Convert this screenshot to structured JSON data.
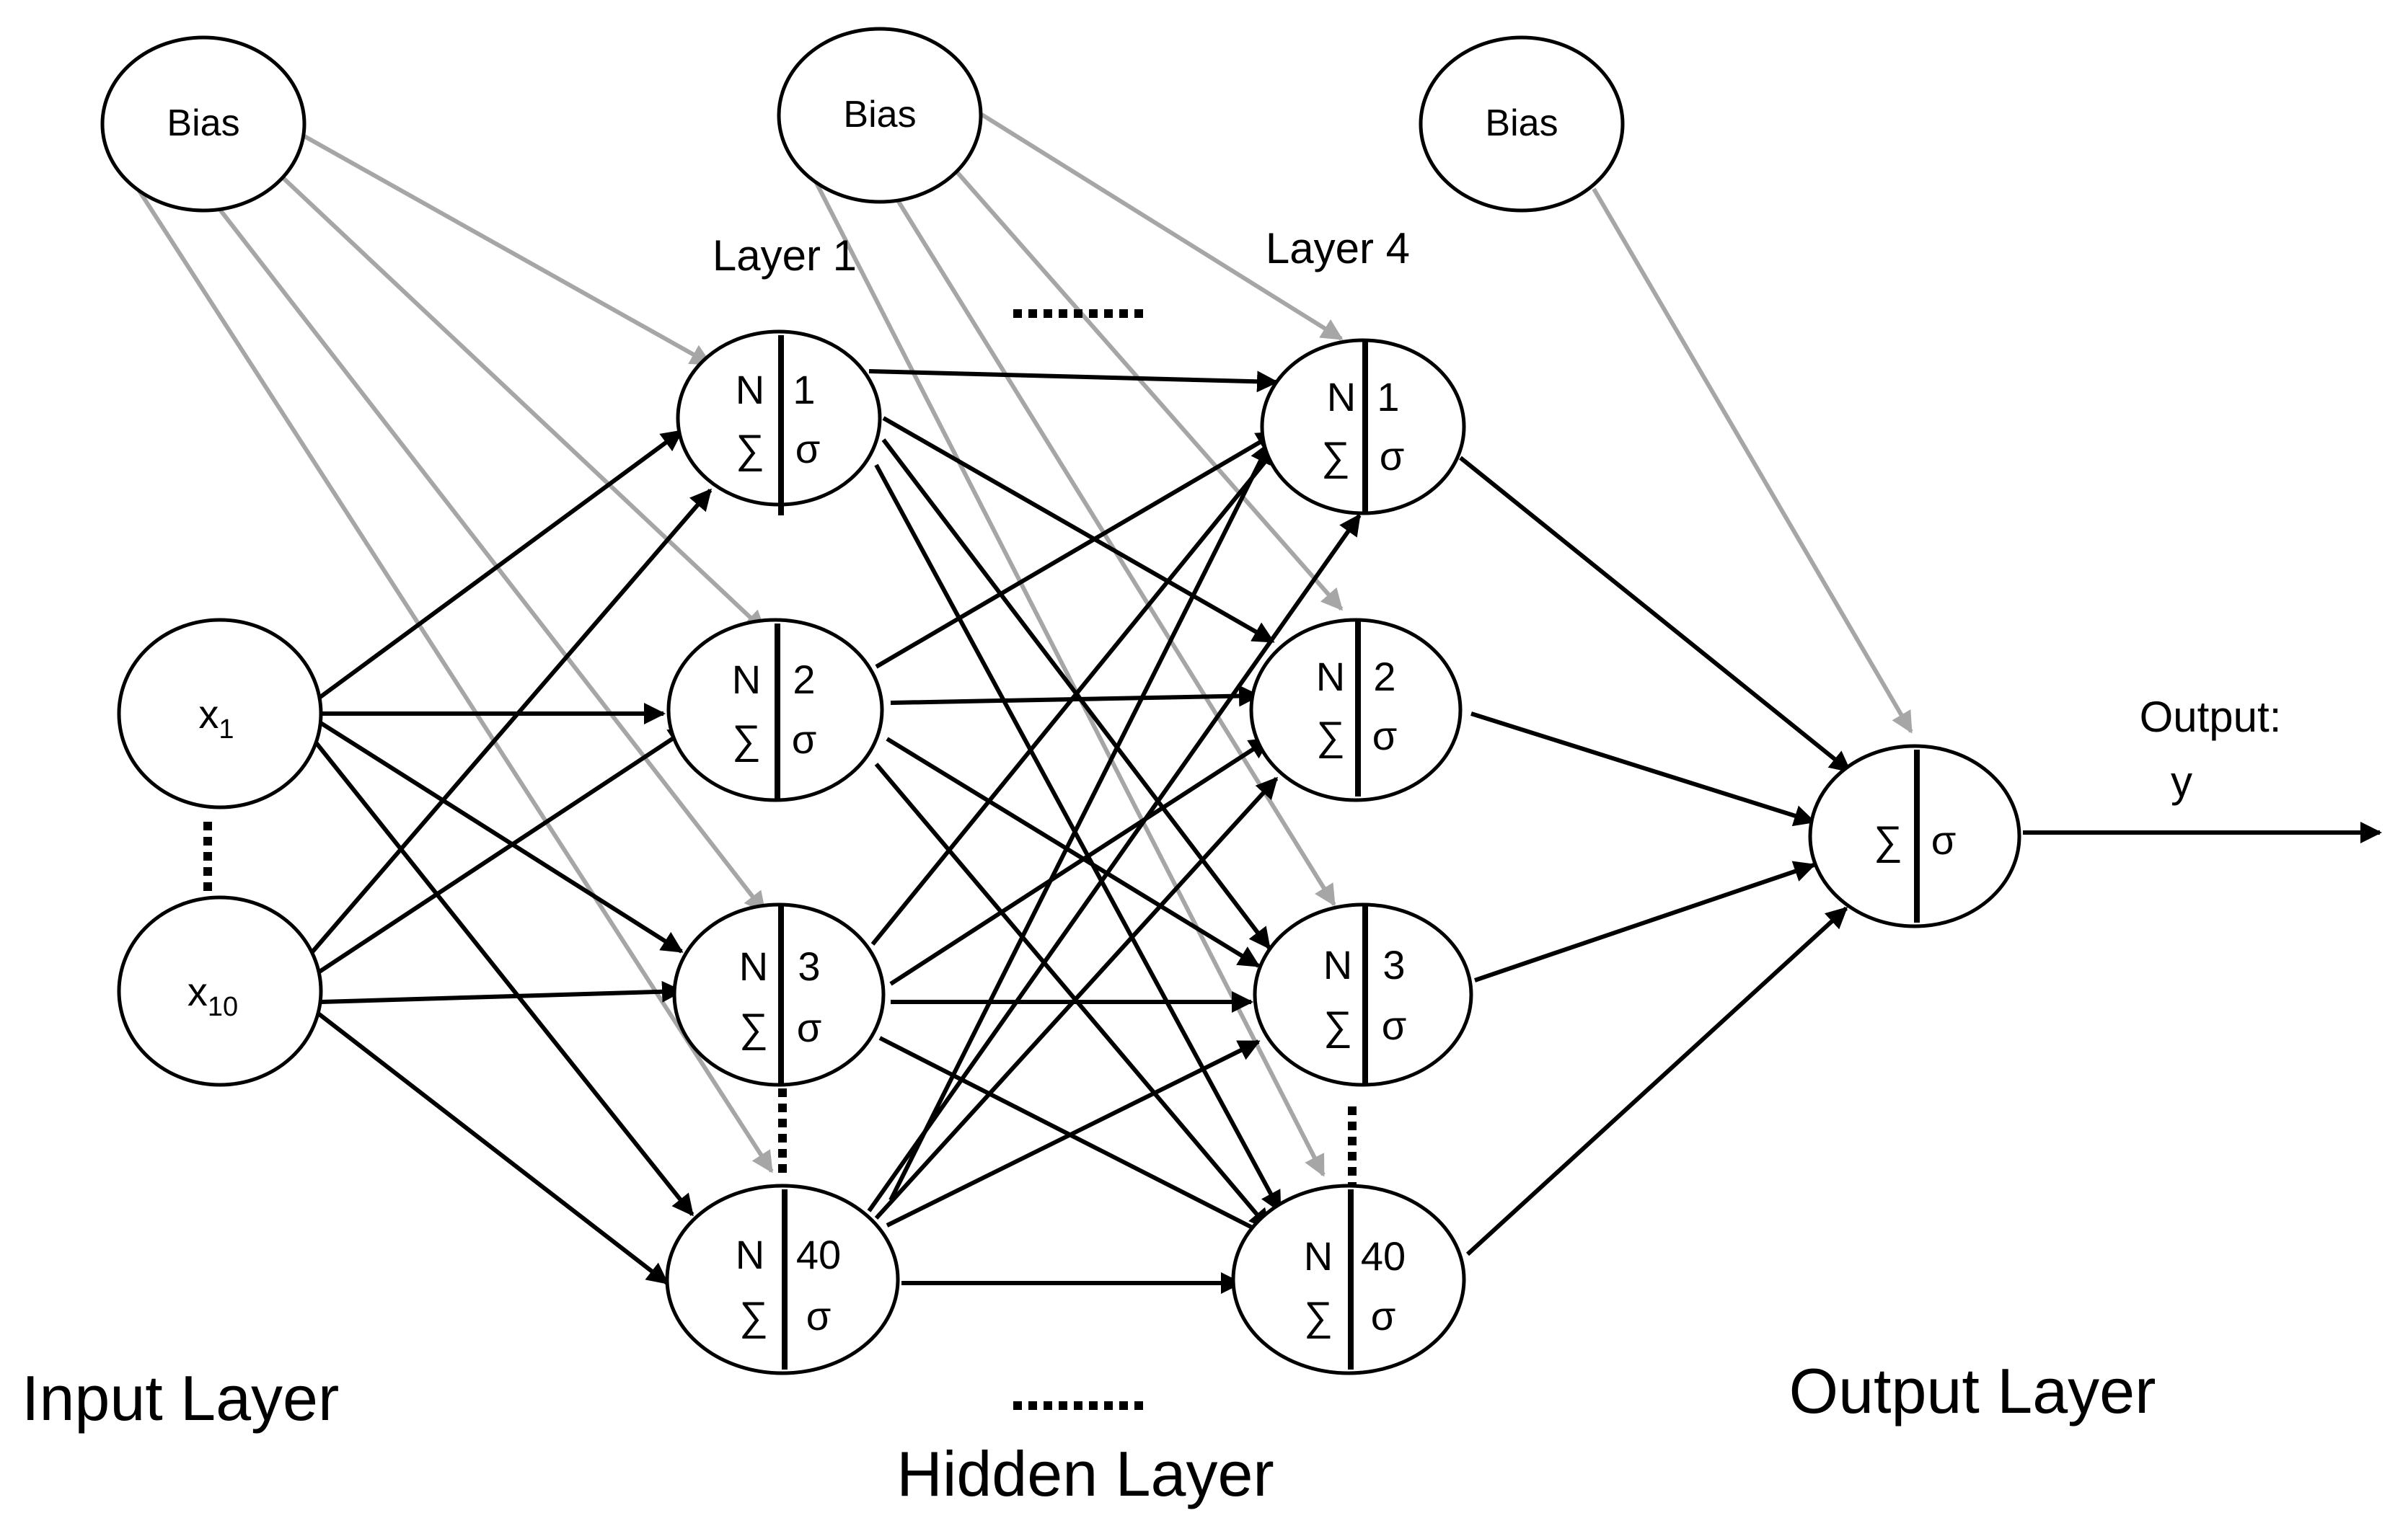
{
  "labels": {
    "layer1": "Layer 1",
    "layer4": "Layer 4",
    "input_layer": "Input Layer",
    "hidden_layer": "Hidden Layer",
    "output_layer": "Output Layer",
    "output_line1": "Output:",
    "output_line2": "y"
  },
  "bias": {
    "text": "Bias"
  },
  "inputs": {
    "x1": {
      "base": "x",
      "sub": "1"
    },
    "x10": {
      "base": "x",
      "sub": "10"
    }
  },
  "neuron": {
    "prefix": "N",
    "sum": "∑",
    "activation": "σ"
  },
  "layer1_nodes": [
    "1",
    "2",
    "3",
    "40"
  ],
  "layer4_nodes": [
    "1",
    "2",
    "3",
    "40"
  ],
  "output_node": {
    "sum": "∑",
    "activation": "σ"
  },
  "colors": {
    "edge": "#000000",
    "bias_edge": "#a6a6a6"
  }
}
